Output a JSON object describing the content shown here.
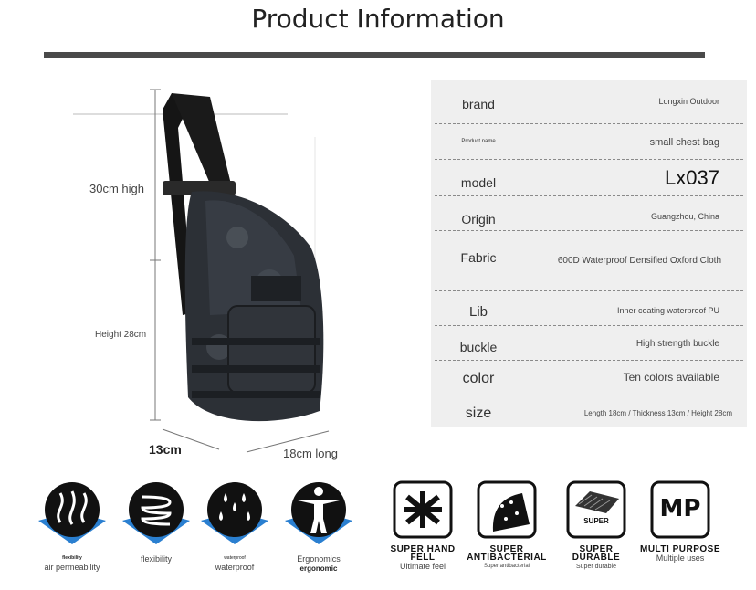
{
  "header": {
    "title": "Product Information"
  },
  "dimensions": {
    "height_label": "30cm high",
    "body_height_label": "Height 28cm",
    "width_label": "13cm",
    "length_label": "18cm long"
  },
  "specs": [
    {
      "key": "brand",
      "value": "Longxin Outdoor"
    },
    {
      "key": "Product name",
      "value": "small chest bag"
    },
    {
      "key": "model",
      "value": "Lx037"
    },
    {
      "key": "Origin",
      "value": "Guangzhou, China"
    },
    {
      "key": "Fabric",
      "value": "600D Waterproof Densified Oxford Cloth"
    },
    {
      "key": "Lib",
      "value": "Inner coating waterproof PU"
    },
    {
      "key": "buckle",
      "value": "High strength buckle"
    },
    {
      "key": "color",
      "value": "Ten colors available"
    },
    {
      "key": "size",
      "value": "Length 18cm / Thickness 13cm / Height 28cm"
    }
  ],
  "features_round": [
    {
      "icon": "air-waves-icon",
      "small": "flexibility",
      "label": "air permeability"
    },
    {
      "icon": "spring-coil-icon",
      "small": "",
      "label": "flexibility"
    },
    {
      "icon": "water-drops-icon",
      "small": "waterproof",
      "label": "waterproof"
    },
    {
      "icon": "person-figure-icon",
      "small": "Ergonomics",
      "label": "ergonomic"
    }
  ],
  "features_square": [
    {
      "icon": "hand-feel-icon",
      "title": "SUPER HAND FELL",
      "label": "Ultimate feel"
    },
    {
      "icon": "antibacterial-icon",
      "title": "SUPER ANTIBACTERIAL",
      "label": "Super antibacterial"
    },
    {
      "icon": "durable-fabric-icon",
      "title": "SUPER DURABLE",
      "badge": "SUPER",
      "label": "Super durable"
    },
    {
      "icon": "multi-purpose-icon",
      "title": "MULTI PURPOSE",
      "badge": "MP",
      "label": "Multiple uses"
    }
  ],
  "colors": {
    "rule": "#4a4a4a",
    "table_bg": "#efefef",
    "icon_blue": "#2a7fd0",
    "icon_dark": "#111111"
  }
}
